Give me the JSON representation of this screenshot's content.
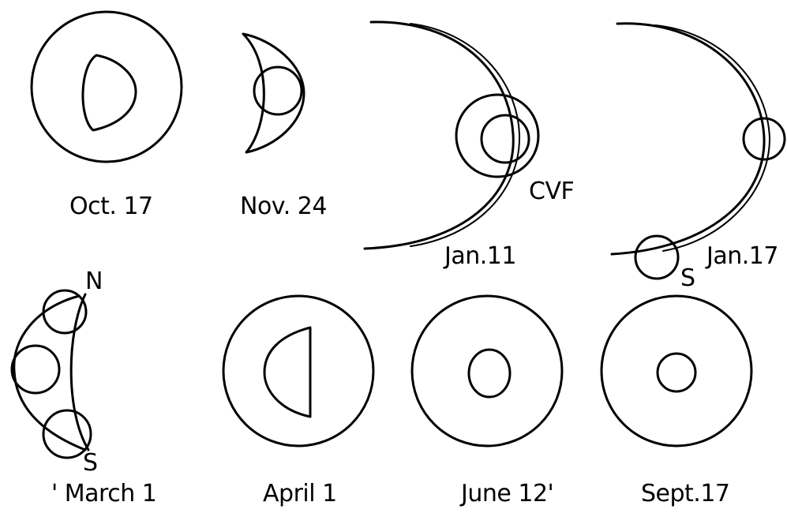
{
  "panels": [
    {
      "id": "oct17",
      "label": "Oct. 17"
    },
    {
      "id": "nov24",
      "label": "Nov. 24"
    },
    {
      "id": "jan11",
      "label": "Jan.11",
      "marker": "CVF"
    },
    {
      "id": "jan17",
      "label": "Jan.17",
      "marker": "S"
    },
    {
      "id": "march1",
      "label": "' March 1",
      "markers": [
        "N",
        "S"
      ]
    },
    {
      "id": "april1",
      "label": "April 1"
    },
    {
      "id": "june12",
      "label": "June 12'"
    },
    {
      "id": "sept17",
      "label": "Sept.17"
    }
  ]
}
